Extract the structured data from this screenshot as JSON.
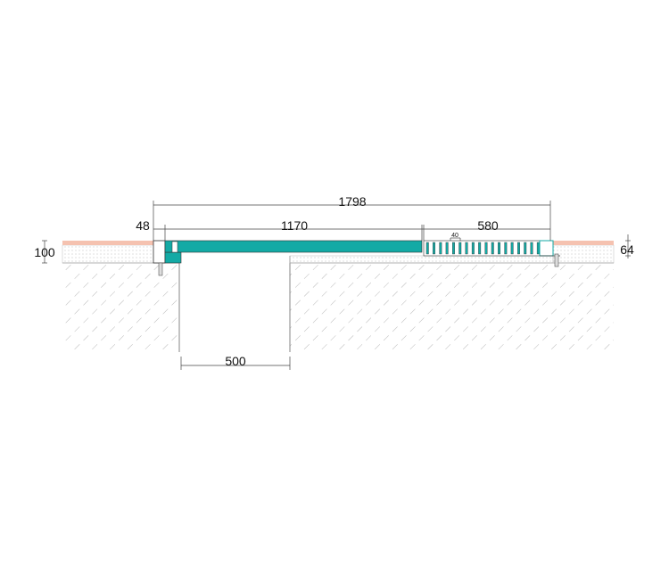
{
  "dimensions": {
    "total_width": "1798",
    "left_gap": "48",
    "plate_width": "1170",
    "bellows_width": "580",
    "bellows_pitch": "40",
    "joint_gap": "500",
    "left_height": "100",
    "right_height": "64"
  },
  "colors": {
    "plate": "#13aaa5",
    "tile": "#f5c2b0",
    "line": "#555555"
  }
}
